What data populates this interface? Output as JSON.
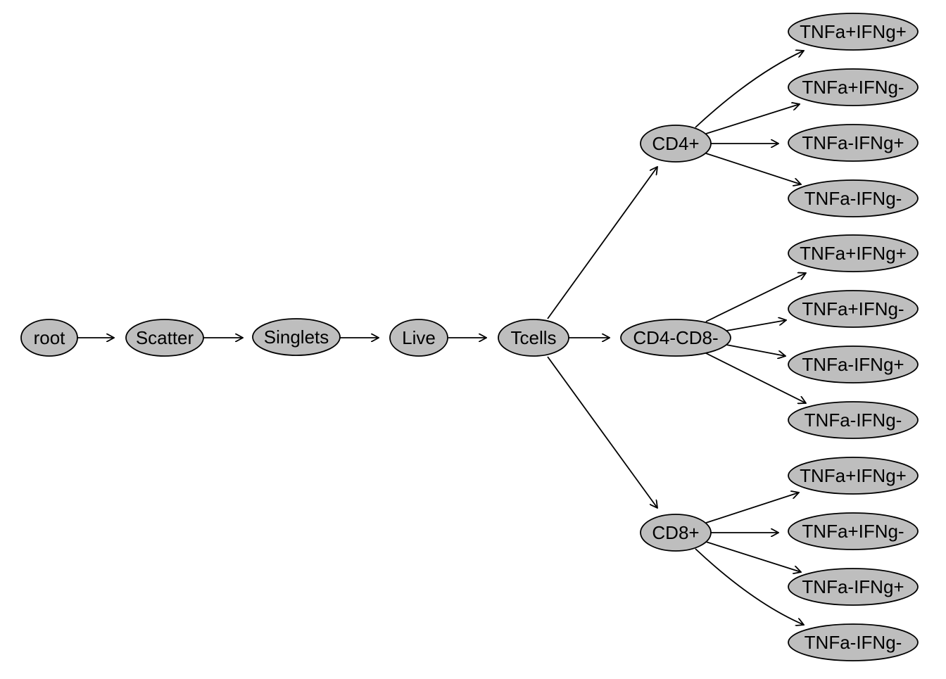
{
  "diagram": {
    "type": "gating-tree",
    "node_fill": "#bebebe",
    "nodes": [
      {
        "id": "root",
        "label": "root"
      },
      {
        "id": "scatter",
        "label": "Scatter"
      },
      {
        "id": "singlets",
        "label": "Singlets"
      },
      {
        "id": "live",
        "label": "Live"
      },
      {
        "id": "tcells",
        "label": "Tcells"
      },
      {
        "id": "cd4",
        "label": "CD4+"
      },
      {
        "id": "dn",
        "label": "CD4-CD8-"
      },
      {
        "id": "cd8",
        "label": "CD8+"
      },
      {
        "id": "cd4_pp",
        "label": "TNFa+IFNg+"
      },
      {
        "id": "cd4_pm",
        "label": "TNFa+IFNg-"
      },
      {
        "id": "cd4_mp",
        "label": "TNFa-IFNg+"
      },
      {
        "id": "cd4_mm",
        "label": "TNFa-IFNg-"
      },
      {
        "id": "dn_pp",
        "label": "TNFa+IFNg+"
      },
      {
        "id": "dn_pm",
        "label": "TNFa+IFNg-"
      },
      {
        "id": "dn_mp",
        "label": "TNFa-IFNg+"
      },
      {
        "id": "dn_mm",
        "label": "TNFa-IFNg-"
      },
      {
        "id": "cd8_pp",
        "label": "TNFa+IFNg+"
      },
      {
        "id": "cd8_pm",
        "label": "TNFa+IFNg-"
      },
      {
        "id": "cd8_mp",
        "label": "TNFa-IFNg+"
      },
      {
        "id": "cd8_mm",
        "label": "TNFa-IFNg-"
      }
    ],
    "edges": [
      [
        "root",
        "scatter"
      ],
      [
        "scatter",
        "singlets"
      ],
      [
        "singlets",
        "live"
      ],
      [
        "live",
        "tcells"
      ],
      [
        "tcells",
        "cd4"
      ],
      [
        "tcells",
        "dn"
      ],
      [
        "tcells",
        "cd8"
      ],
      [
        "cd4",
        "cd4_pp"
      ],
      [
        "cd4",
        "cd4_pm"
      ],
      [
        "cd4",
        "cd4_mp"
      ],
      [
        "cd4",
        "cd4_mm"
      ],
      [
        "dn",
        "dn_pp"
      ],
      [
        "dn",
        "dn_pm"
      ],
      [
        "dn",
        "dn_mp"
      ],
      [
        "dn",
        "dn_mm"
      ],
      [
        "cd8",
        "cd8_pp"
      ],
      [
        "cd8",
        "cd8_pm"
      ],
      [
        "cd8",
        "cd8_mp"
      ],
      [
        "cd8",
        "cd8_mm"
      ]
    ]
  }
}
